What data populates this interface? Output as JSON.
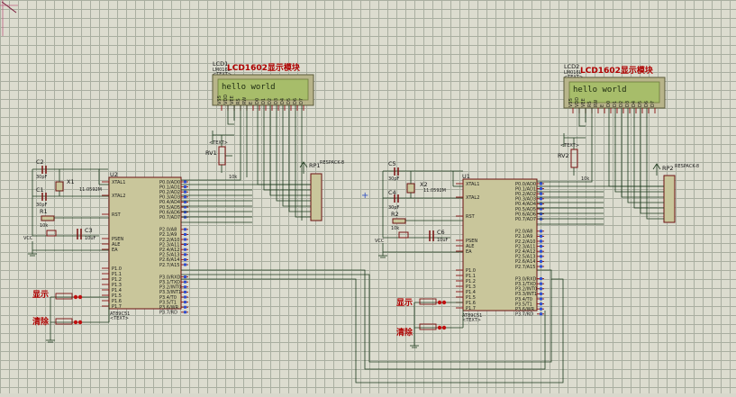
{
  "lcd": [
    {
      "ref": "LCD1",
      "model": "LM016L",
      "title": "LCD1602显示模块",
      "display": "hello world",
      "pins": [
        "VSS",
        "VDD",
        "VEE",
        "RS",
        "RW",
        "E",
        "D0",
        "D1",
        "D2",
        "D3",
        "D4",
        "D5",
        "D6",
        "D7"
      ]
    },
    {
      "ref": "LCD2",
      "model": "LM016L",
      "title": "LCD1602显示模块",
      "display": "hello world",
      "pins": [
        "VSS",
        "VDD",
        "VEE",
        "RS",
        "RW",
        "E",
        "D0",
        "D1",
        "D2",
        "D3",
        "D4",
        "D5",
        "D6",
        "D7"
      ]
    }
  ],
  "mcu": [
    {
      "ref": "U2",
      "part": "AT89C51",
      "text": "<TEXT>"
    },
    {
      "ref": "U1",
      "part": "AT89C51",
      "text": "<TEXT>"
    }
  ],
  "mcu_pins": {
    "left": [
      "XTAL1",
      "XTAL2",
      "RST",
      "PSEN",
      "ALE",
      "EA",
      "P1.0",
      "P1.1",
      "P1.2",
      "P1.3",
      "P1.4",
      "P1.5",
      "P1.6",
      "P1.7"
    ],
    "right": [
      "P0.0/AD0",
      "P0.1/AD1",
      "P0.2/AD2",
      "P0.3/AD3",
      "P0.4/AD4",
      "P0.5/AD5",
      "P0.6/AD6",
      "P0.7/AD7",
      "P2.0/A8",
      "P2.1/A9",
      "P2.2/A10",
      "P2.3/A11",
      "P2.4/A12",
      "P2.5/A13",
      "P2.6/A14",
      "P2.7/A15",
      "P3.0/RXD",
      "P3.1/TXD",
      "P3.2/INT0",
      "P3.3/INT1",
      "P3.4/T0",
      "P3.5/T1",
      "P3.6/WR",
      "P3.7/RD"
    ]
  },
  "left_circuit": {
    "c_top": "C2",
    "c_mid": "C1",
    "c_rst": "C3",
    "crystal": "X1",
    "crystal_val": "11.0592M",
    "r": "R1",
    "pot": "RV1",
    "rp": "RP1",
    "rp_part": "RESPACK-8",
    "vcc": "VCC",
    "cap_val": "30pF",
    "cap_rst_val": "10uF",
    "r_val": "10k"
  },
  "right_circuit": {
    "c_top": "C5",
    "c_mid": "C4",
    "c_rst": "C6",
    "crystal": "X2",
    "crystal_val": "11.0592M",
    "r": "R2",
    "pot": "RV2",
    "rp": "RP2",
    "rp_part": "RESPACK-8",
    "vcc": "VCC",
    "cap_val": "30pF",
    "cap_rst_val": "10uF",
    "r_val": "10k"
  },
  "buttons": {
    "show": "显示",
    "clear": "清除"
  },
  "text_placeholder": "<TEXT>"
}
